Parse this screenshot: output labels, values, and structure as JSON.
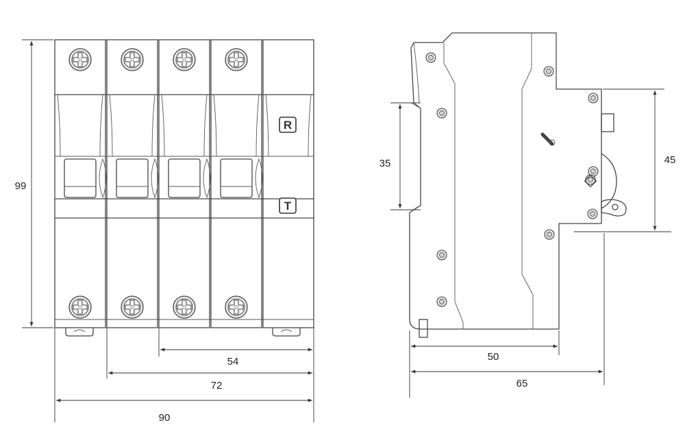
{
  "front_view": {
    "height_label": "99",
    "width_label_total": "90",
    "width_label_72": "72",
    "width_label_54": "54",
    "indicator_r": "R",
    "indicator_t": "T"
  },
  "side_view": {
    "rail_label": "35",
    "height_label": "45",
    "depth_label_50": "50",
    "depth_label_65": "65"
  },
  "colors": {
    "body_top": "#eeeff1",
    "body_bottom": "#c9e6f3",
    "outline": "#444444"
  }
}
